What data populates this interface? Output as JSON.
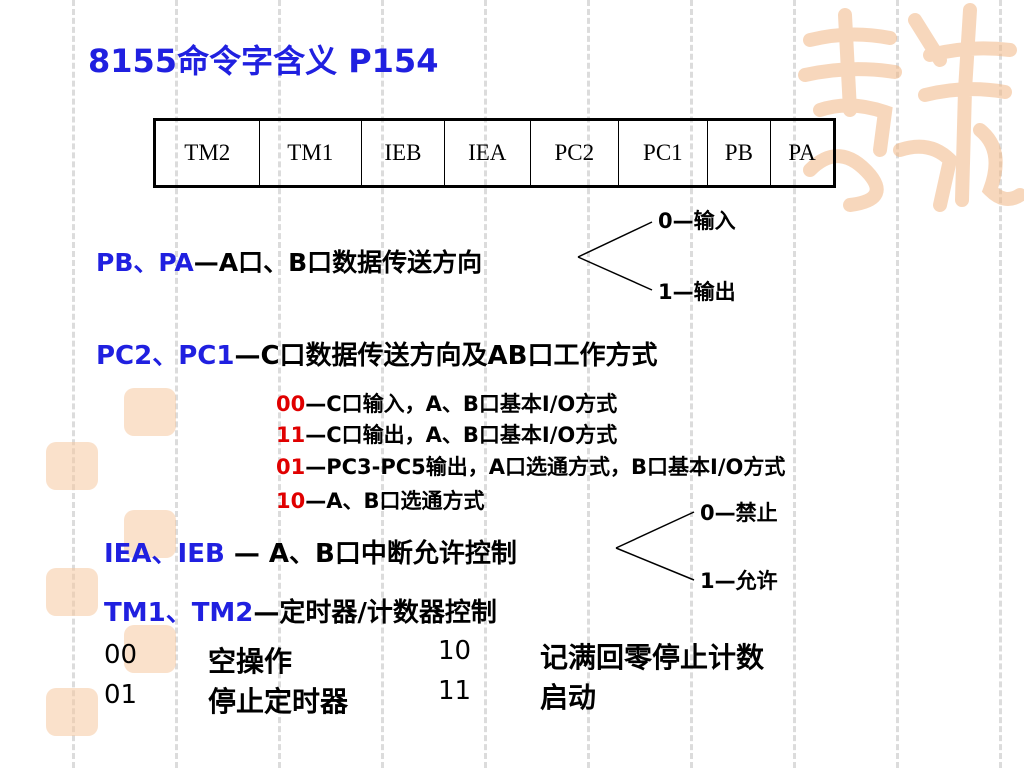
{
  "title": "8155命令字含义   P154",
  "register_bits": [
    "TM2",
    "TM1",
    "IEB",
    "IEA",
    "PC2",
    "PC1",
    "PB",
    "PA"
  ],
  "pbpa": {
    "label": "PB、PA",
    "rest": "—A口、B口数据传送方向",
    "opt0": "0—输入",
    "opt1": "1—输出"
  },
  "pc": {
    "label": "PC2、PC1",
    "rest": "—C口数据传送方向及AB口工作方式",
    "rows": [
      {
        "code": "00",
        "text": "—C口输入，A、B口基本I/O方式"
      },
      {
        "code": "11",
        "text": "—C口输出，A、B口基本I/O方式"
      },
      {
        "code": "01",
        "text": "—PC3-PC5输出，A口选通方式，B口基本I/O方式"
      },
      {
        "code": "10",
        "text": "—A、B口选通方式"
      }
    ]
  },
  "ie": {
    "label": "IEA、IEB",
    "rest": " — A、B口中断允许控制",
    "opt0": "0—禁止",
    "opt1": "1—允许"
  },
  "tm": {
    "label": "TM1、TM2",
    "rest": "—定时器/计数器控制",
    "items": [
      {
        "code": "00",
        "text": "空操作"
      },
      {
        "code": "01",
        "text": "停止定时器"
      },
      {
        "code": "10",
        "text": "记满回零停止计数"
      },
      {
        "code": "11",
        "text": "启动"
      }
    ]
  }
}
